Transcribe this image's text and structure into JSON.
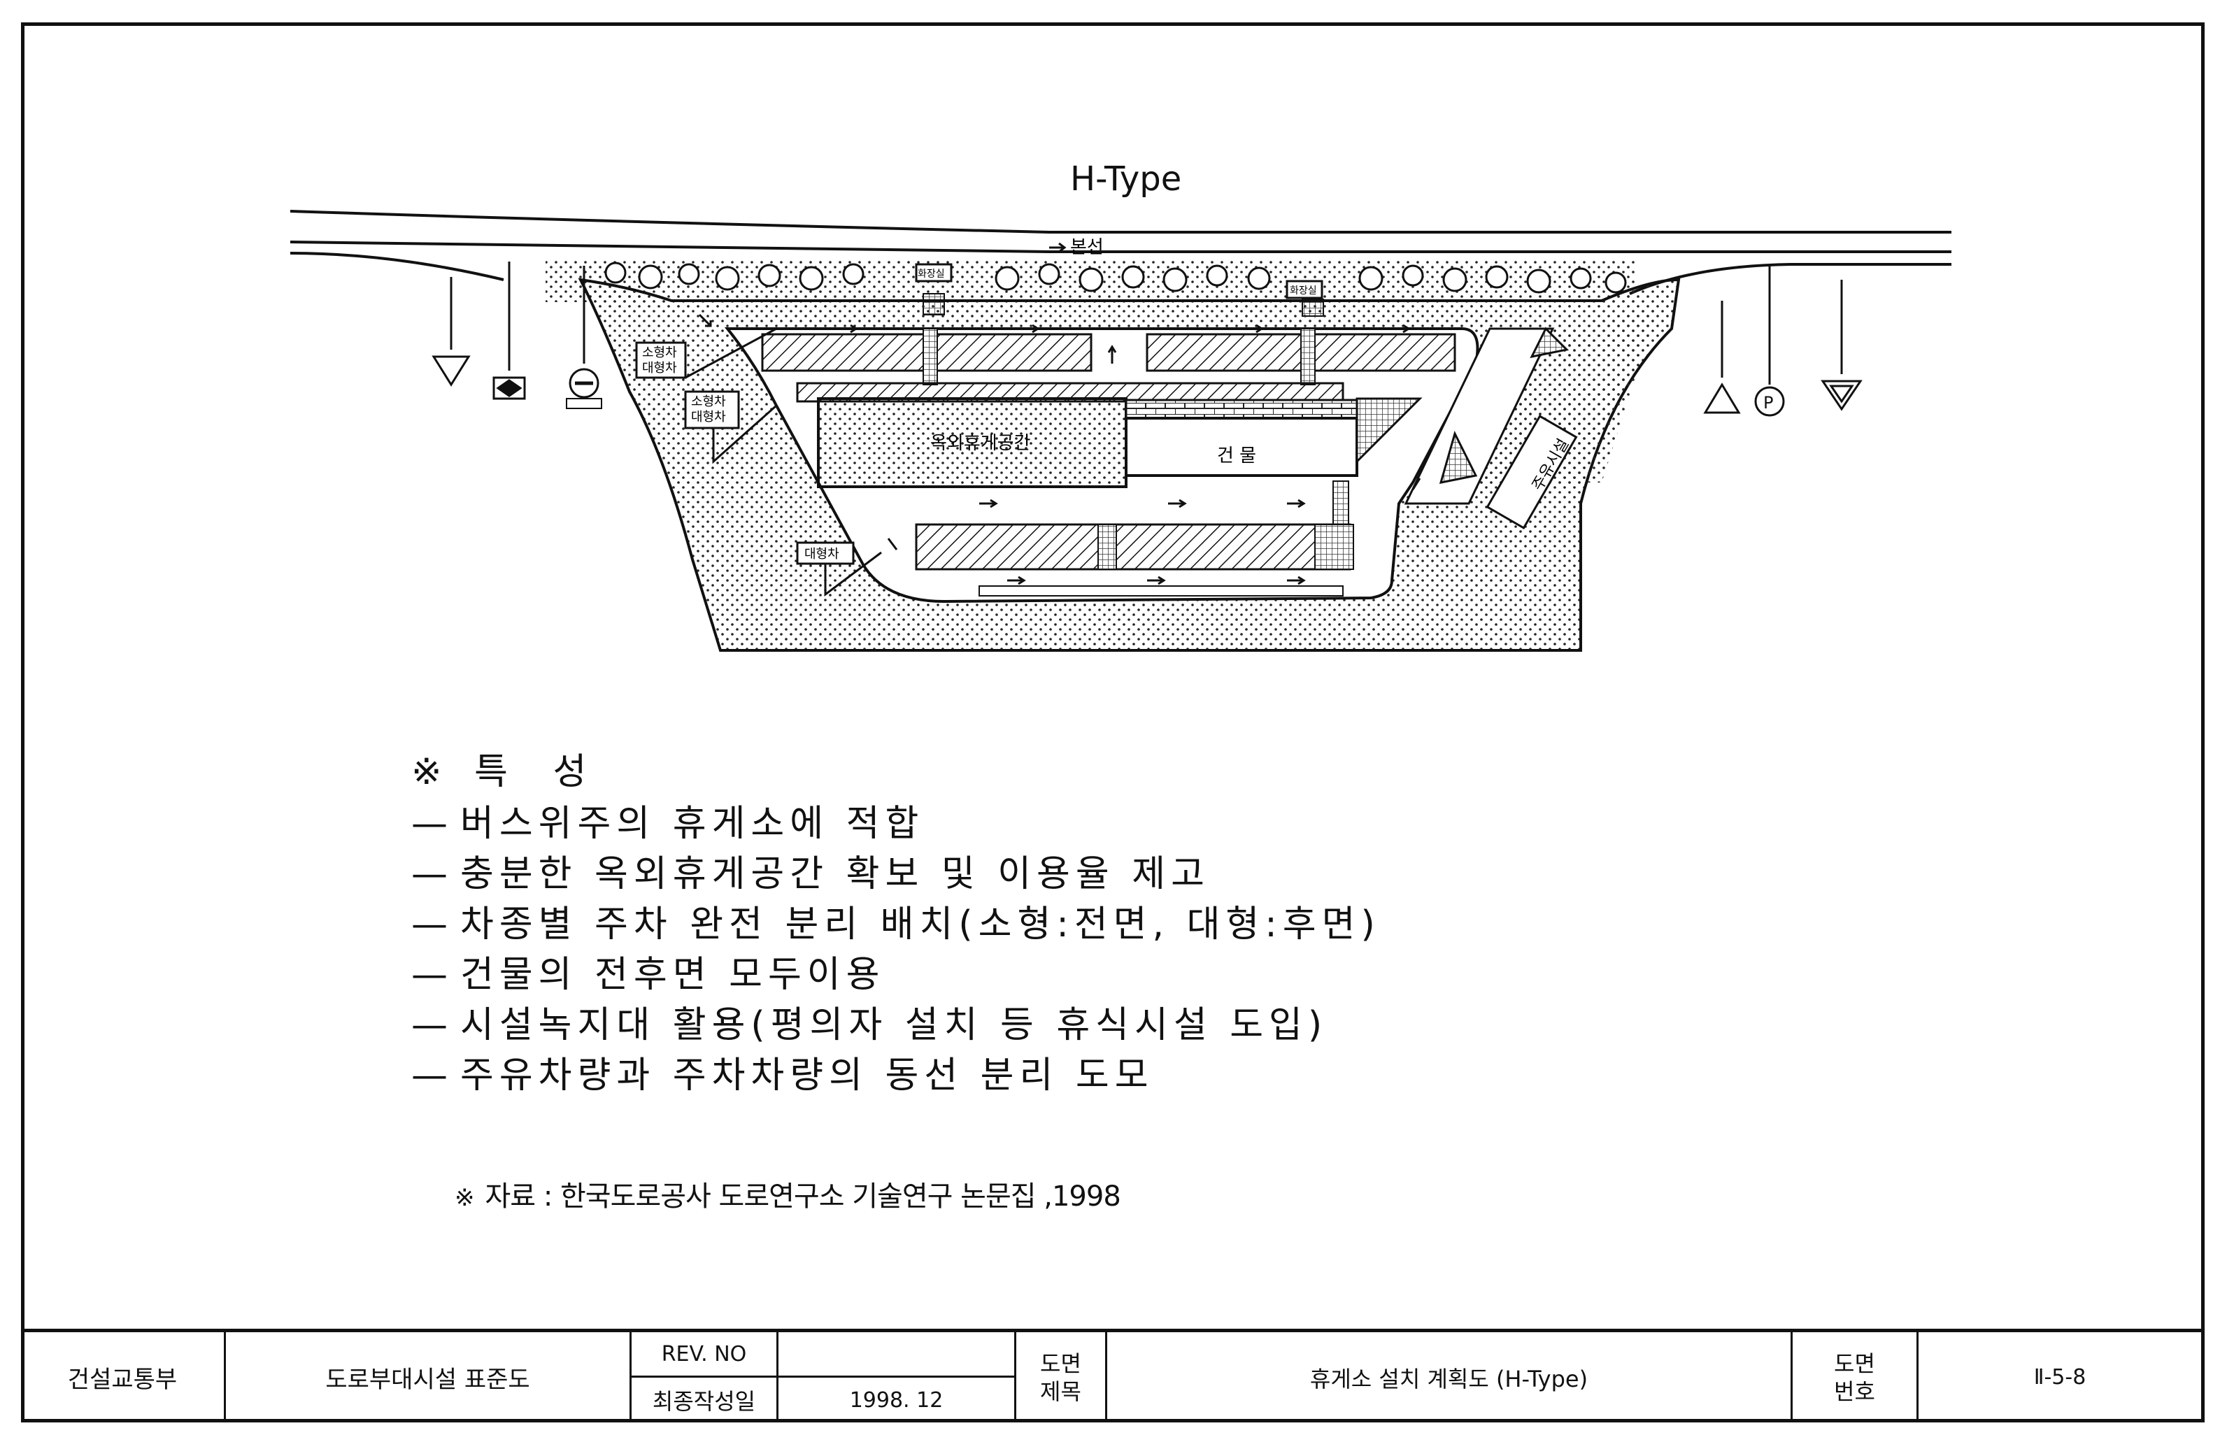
{
  "drawing": {
    "title": "H-Type",
    "labels": {
      "mainline": "본선",
      "outdoor_rest_area": "옥외휴게공간",
      "building": "건 물",
      "fuel_facility": "주유시설",
      "small_parking": "소형차",
      "large_parking": "대형차",
      "small_parking_a": "소형차",
      "large_parking_a": "대형차",
      "large_parking_b": "대형차",
      "toilet": "화장실"
    },
    "icons": [
      "yield-sign-icon",
      "diamond-sign-icon",
      "no-parking-sign-icon",
      "warning-sign-icon",
      "parking-sign-icon",
      "yield-sign-icon"
    ]
  },
  "features": {
    "mark": "※",
    "heading": "특 성",
    "items": [
      "버스위주의 휴게소에 적합",
      "충분한 옥외휴게공간 확보 및 이용율 제고",
      "차종별 주차 완전 분리 배치(소형:전면, 대형:후면)",
      "건물의 전후면 모두이용",
      "시설녹지대 활용(평의자 설치 등 휴식시설 도입)",
      "주유차량과 주차차량의 동선 분리 도모"
    ],
    "dash": "—"
  },
  "source": {
    "mark": "※",
    "text": "자료 : 한국도로공사 도로연구소 기술연구 논문집 ,1998"
  },
  "title_block": {
    "organization": "건설교통부",
    "document_set": "도로부대시설 표준도",
    "rev_label": "REV. NO",
    "rev_value": "",
    "date_label": "최종작성일",
    "date_value": "1998. 12",
    "drawing_title_label_1": "도면",
    "drawing_title_label_2": "제목",
    "drawing_title": "휴게소 설치 계획도 (H-Type)",
    "drawing_no_label_1": "도면",
    "drawing_no_label_2": "번호",
    "drawing_no": "Ⅱ-5-8"
  }
}
